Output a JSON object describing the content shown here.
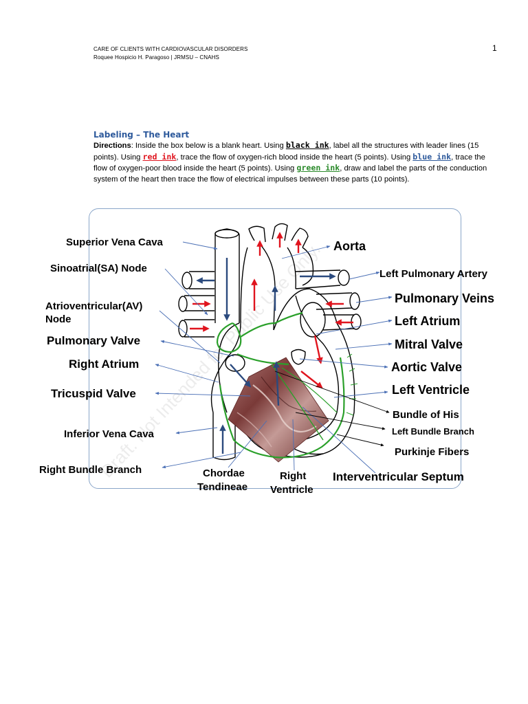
{
  "header": {
    "line1": "CARE OF CLIENTS WITH CARDIOVASCULAR DISORDERS",
    "line2": "Roquee Hospicio H. Paragoso | JRMSU – CNAHS",
    "page_number": "1"
  },
  "section": {
    "title": "Labeling – The Heart",
    "directions_label": "Directions",
    "text1": ": Inside the box below is a blank heart. Using ",
    "ink_black": "black ink",
    "text2": ", label all the structures with leader lines (15 points). Using ",
    "ink_red": "red ink",
    "text3": ", trace the flow of oxygen-rich blood inside the heart (5 points). Using ",
    "ink_blue": "blue ink",
    "text4": ", trace the flow of oxygen-poor blood inside the heart (5 points). Using ",
    "ink_green": "green ink",
    "text5": ", draw and label the parts of the conduction system of the heart then trace the flow of electrical impulses between these parts (10 points)."
  },
  "labels": {
    "superior_vena_cava": "Superior Vena Cava",
    "sa_node": "Sinoatrial(SA) Node",
    "av_node_1": "Atrioventricular(AV)",
    "av_node_2": "Node",
    "pulmonary_valve": "Pulmonary Valve",
    "right_atrium": "Right Atrium",
    "tricuspid_valve": "Tricuspid Valve",
    "inferior_vena_cava": "Inferior Vena Cava",
    "right_bundle_branch": "Right Bundle Branch",
    "chordae_1": "Chordae",
    "chordae_2": "Tendineae",
    "right_ventricle_1": "Right",
    "right_ventricle_2": "Ventricle",
    "interventricular_septum": "Interventricular Septum",
    "aorta": "Aorta",
    "left_pulmonary_artery": "Left Pulmonary Artery",
    "pulmonary_veins": "Pulmonary Veins",
    "left_atrium": "Left Atrium",
    "mitral_valve": "Mitral Valve",
    "aortic_valve": "Aortic Valve",
    "left_ventricle": "Left Ventricle",
    "bundle_of_his": "Bundle of His",
    "left_bundle_branch": "Left Bundle Branch",
    "purkinje_fibers": "Purkinje Fibers"
  },
  "watermark": "Draft. Not Intended for Public Use Only.",
  "colors": {
    "red_ink": "#e0141e",
    "blue_ink": "#2e5a9c",
    "green_ink": "#2a8a2a"
  }
}
